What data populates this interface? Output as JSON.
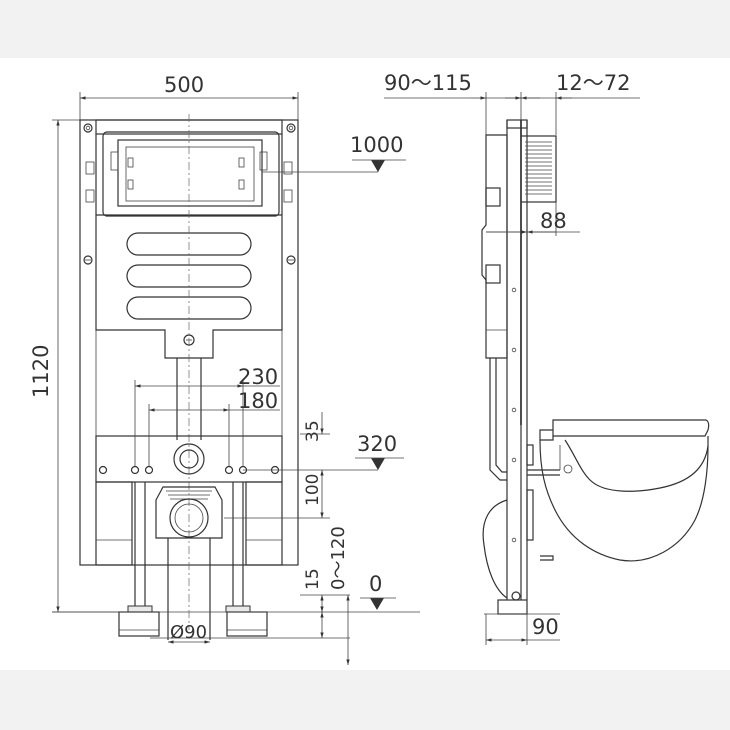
{
  "dimensions": {
    "front_width": "500",
    "front_height": "1120",
    "flush_plate_height": "1000",
    "bolt_spacing_outer": "230",
    "bolt_spacing_inner": "180",
    "inlet_height": "320",
    "inlet_offset": "35",
    "outlet_offset": "100",
    "feet_adjust": "0～120",
    "floor_gap": "15",
    "floor_level": "0",
    "pipe_diameter": "Ø90",
    "side_depth_frame": "90～115",
    "side_wall_thickness": "12～72",
    "cistern_depth": "88",
    "side_bottom_depth": "90"
  }
}
